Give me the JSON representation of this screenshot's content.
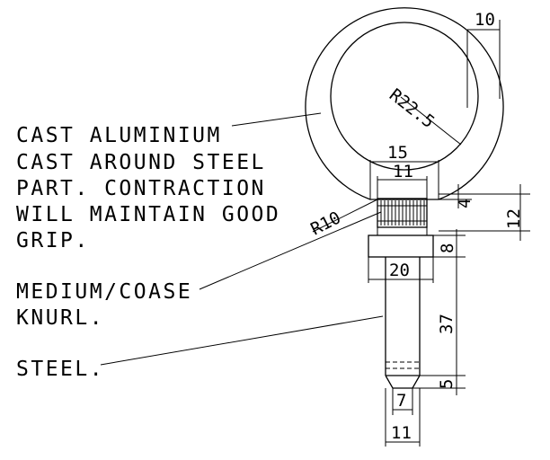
{
  "notes": {
    "aluminium": [
      "CAST ALUMINIUM",
      "CAST AROUND STEEL",
      "PART. CONTRACTION",
      "WILL MAINTAIN GOOD",
      "GRIP."
    ],
    "knurl": [
      "MEDIUM/COASE",
      "KNURL."
    ],
    "steel": [
      "STEEL."
    ]
  },
  "dimensions": {
    "top_width": "10",
    "ring_radius": "R22.5",
    "collar_width": "15",
    "knurl_width": "11",
    "fillet_radius": "R10",
    "knurl_height": "4",
    "boss_height": "12",
    "flange_height": "8",
    "flange_width": "20",
    "shank_length": "37",
    "tip_length": "5",
    "tip_width": "7",
    "shank_width": "11"
  }
}
